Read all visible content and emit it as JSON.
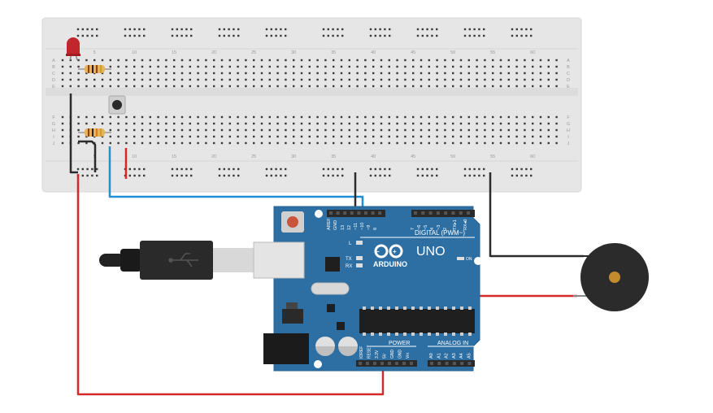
{
  "breadboard": {
    "column_numbers": [
      "5",
      "10",
      "15",
      "20",
      "25",
      "30",
      "35",
      "40",
      "45",
      "50",
      "55",
      "60"
    ],
    "row_letters_top": [
      "A",
      "B",
      "C",
      "D",
      "E"
    ],
    "row_letters_bottom": [
      "F",
      "G",
      "H",
      "I",
      "J"
    ],
    "body_color": "#e6e6e6",
    "hole_color": "#3a3a3a"
  },
  "arduino": {
    "brand": "ARDUINO",
    "model": "UNO",
    "digital_label": "DIGITAL (PWM~)",
    "power_label": "POWER",
    "analog_label": "ANALOG IN",
    "on_label": "ON",
    "l_label": "L",
    "tx_label": "TX",
    "rx_label": "RX",
    "top_pins": [
      "AREF",
      "GND",
      "13",
      "12",
      "~11",
      "~10",
      "~9",
      "8",
      "7",
      "~6",
      "~5",
      "4",
      "~3",
      "2",
      "TX▸1",
      "RX◂0"
    ],
    "power_pins": [
      "IOREF",
      "RESET",
      "3.3V",
      "5V",
      "GND",
      "GND",
      "Vin"
    ],
    "analog_pins": [
      "A0",
      "A1",
      "A2",
      "A3",
      "A4",
      "A5"
    ],
    "board_color": "#2e6fa3"
  },
  "components": {
    "led_color": "#c0262b",
    "resistor_color": "#e8b25a",
    "buzzer_color": "#2b2b2b",
    "buzzer_center_color": "#c48a2e",
    "button_color": "#cfcfcf"
  },
  "wires": {
    "red": "#d62828",
    "black": "#2b2b2b",
    "blue": "#1f8fd6"
  }
}
